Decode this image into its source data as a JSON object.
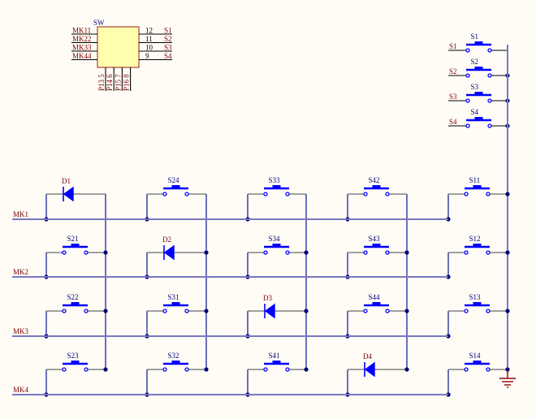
{
  "title": "Keyboard matrix schematic",
  "colors": {
    "background": "#fffcf6",
    "component": "#0000ff",
    "wire": "#21219a",
    "junction": "#00007a",
    "net_label": "#7a0000",
    "ground": "#8b0000",
    "chip_fill": "#ffffb0",
    "chip_border": "#9b1c1c"
  },
  "chip": {
    "designator": "SW",
    "left_pins": [
      {
        "net": "MK11"
      },
      {
        "net": "MK22"
      },
      {
        "net": "MK33"
      },
      {
        "net": "MK44"
      }
    ],
    "right_pins": [
      {
        "number": "12",
        "net": "S1"
      },
      {
        "number": "11",
        "net": "S2"
      },
      {
        "number": "10",
        "net": "S3"
      },
      {
        "number": "9",
        "net": "S4"
      }
    ],
    "bottom_pins": [
      "P13 5",
      "P14 6",
      "P15 7",
      "P16 8"
    ]
  },
  "strobe_switches": [
    {
      "designator": "S1",
      "net": "S1"
    },
    {
      "designator": "S2",
      "net": "S2"
    },
    {
      "designator": "S3",
      "net": "S3"
    },
    {
      "designator": "S4",
      "net": "S4"
    }
  ],
  "row_nets": [
    "MK1",
    "MK2",
    "MK3",
    "MK4"
  ],
  "matrix": [
    [
      {
        "type": "diode",
        "designator": "D1"
      },
      {
        "type": "switch",
        "designator": "S24"
      },
      {
        "type": "switch",
        "designator": "S33"
      },
      {
        "type": "switch",
        "designator": "S42"
      },
      {
        "type": "switch",
        "designator": "S11"
      }
    ],
    [
      {
        "type": "switch",
        "designator": "S21"
      },
      {
        "type": "diode",
        "designator": "D2"
      },
      {
        "type": "switch",
        "designator": "S34"
      },
      {
        "type": "switch",
        "designator": "S43"
      },
      {
        "type": "switch",
        "designator": "S12"
      }
    ],
    [
      {
        "type": "switch",
        "designator": "S22"
      },
      {
        "type": "switch",
        "designator": "S31"
      },
      {
        "type": "diode",
        "designator": "D3"
      },
      {
        "type": "switch",
        "designator": "S44"
      },
      {
        "type": "switch",
        "designator": "S13"
      }
    ],
    [
      {
        "type": "switch",
        "designator": "S23"
      },
      {
        "type": "switch",
        "designator": "S32"
      },
      {
        "type": "switch",
        "designator": "S41"
      },
      {
        "type": "diode",
        "designator": "D4"
      },
      {
        "type": "switch",
        "designator": "S14"
      }
    ]
  ],
  "ground_symbol": "ground-icon"
}
